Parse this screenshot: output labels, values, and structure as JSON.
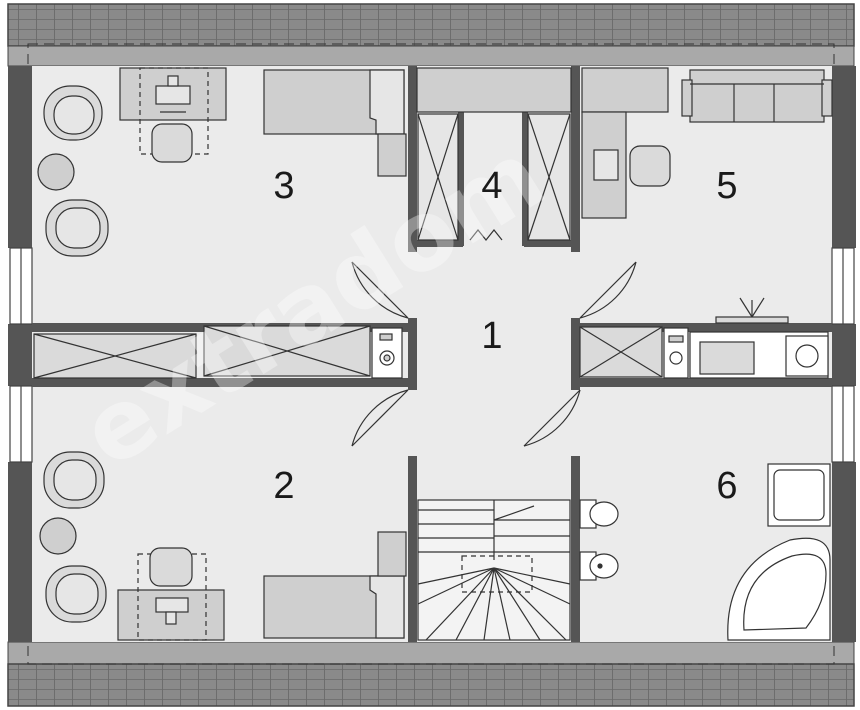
{
  "rooms": [
    {
      "id": "1",
      "label": "1"
    },
    {
      "id": "2",
      "label": "2"
    },
    {
      "id": "3",
      "label": "3"
    },
    {
      "id": "4",
      "label": "4"
    },
    {
      "id": "5",
      "label": "5"
    },
    {
      "id": "6",
      "label": "6"
    }
  ],
  "watermark": "extradom",
  "colors": {
    "floor": "#ebebeb",
    "wall": "#555555",
    "roof": "#8c8c8c",
    "furniture": "#cfcfcf",
    "outline": "#333333",
    "window": "#ffffff"
  }
}
